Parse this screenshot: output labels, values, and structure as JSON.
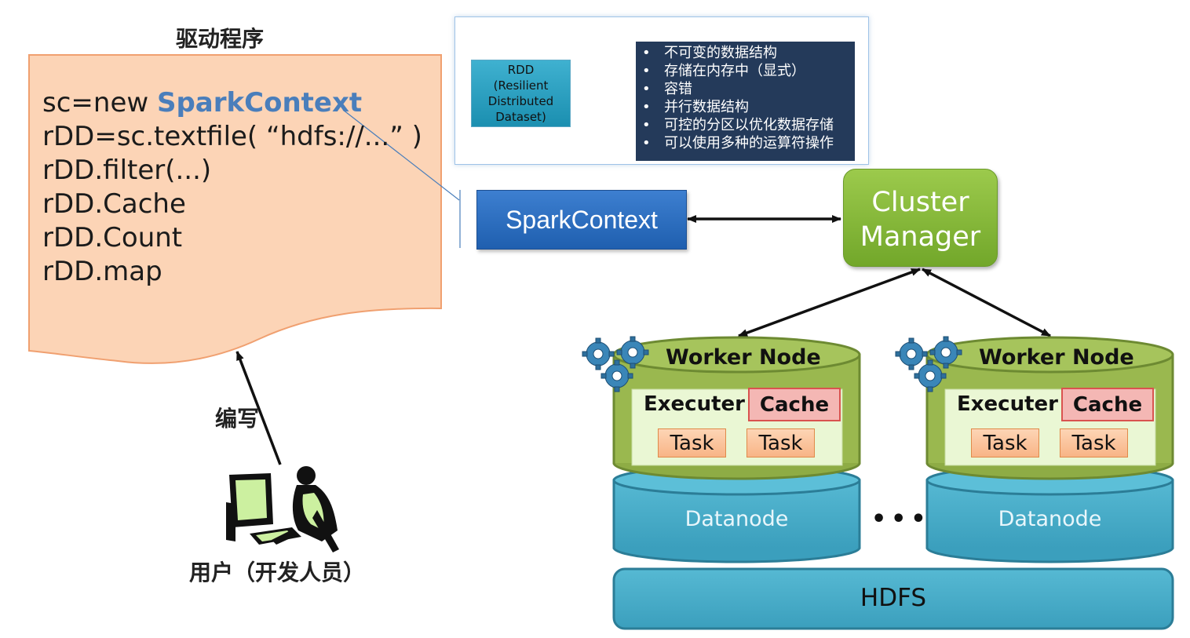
{
  "driver": {
    "title": "驱动程序",
    "code_lines": [
      {
        "prefix": "sc=new ",
        "highlight": "SparkContext"
      },
      {
        "text": "rDD=sc.textfile( “hdfs://...” )"
      },
      {
        "text": "rDD.filter(...)"
      },
      {
        "text": "rDD.Cache"
      },
      {
        "text": "rDD.Count"
      },
      {
        "text": "rDD.map"
      }
    ]
  },
  "rdd": {
    "box_lines": [
      "RDD",
      "(Resilient",
      "Distributed",
      "Dataset)"
    ],
    "features": [
      "不可变的数据结构",
      "存储在内存中（显式）",
      "容错",
      "并行数据结构",
      "可控的分区以优化数据存储",
      "可以使用多种的运算符操作"
    ],
    "bullet": "•"
  },
  "spark_context": {
    "label": "SparkContext"
  },
  "cluster_manager": {
    "lines": [
      "Cluster",
      "Manager"
    ]
  },
  "workers": [
    {
      "title": "Worker Node",
      "executor": "Executer",
      "cache": "Cache",
      "tasks": [
        "Task",
        "Task"
      ],
      "datanode": "Datanode"
    },
    {
      "title": "Worker Node",
      "executor": "Executer",
      "cache": "Cache",
      "tasks": [
        "Task",
        "Task"
      ],
      "datanode": "Datanode"
    }
  ],
  "ellipsis": "•••",
  "hdfs": {
    "label": "HDFS"
  },
  "user": {
    "write_label": "编写",
    "label": "用户（开发人员）"
  },
  "colors": {
    "driver_fill": "#fcd4b6",
    "driver_stroke": "#f0a070",
    "spark_blue": "#2a6cc0",
    "cluster_green": "#86b83a",
    "worker_green": "#9ab84f",
    "worker_inner": "#eaf7d4",
    "datanode_blue": "#4aaec9",
    "feature_bg": "#243a5a",
    "highlight_text": "#4a7ebb"
  }
}
